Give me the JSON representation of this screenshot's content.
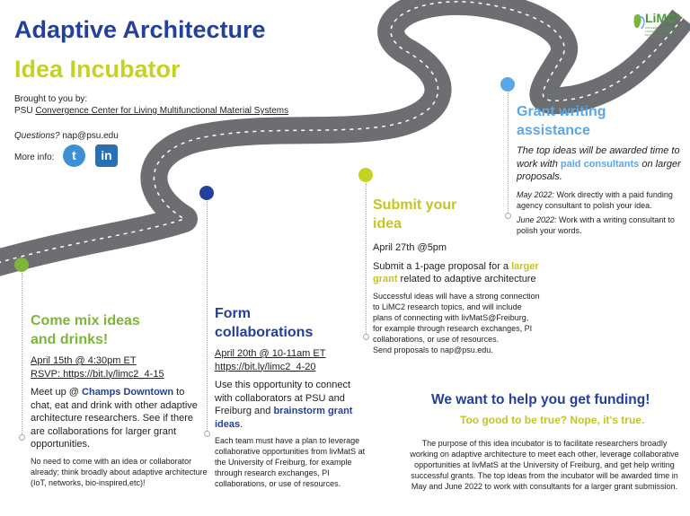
{
  "header": {
    "title_line1": "Adaptive Architecture",
    "title_line2": "Idea Incubator",
    "brought_label": "Brought to you by:",
    "brought_org_prefix": "PSU ",
    "brought_org_link": "Convergence Center for Living Multifunctional Material Systems",
    "questions_label": "Questions?",
    "questions_email": " nap@psu.edu",
    "more_info_label": "More info:",
    "twitter_glyph": "t",
    "linkedin_glyph": "in"
  },
  "logo": {
    "name": "LiMC²",
    "subtitle": "CONVERGENCE CENTER FOR LIVING MULTIFUNCTIONAL MATERIAL SYSTEMS"
  },
  "stages": {
    "mix": {
      "title_line1": "Come mix ideas",
      "title_line2": "and drinks!",
      "date": "April 15th @ 4:30pm ET",
      "rsvp": "RSVP: https://bit.ly/limc2_4-15",
      "body_pre": "Meet up @ ",
      "body_bold": "Champs Downtown",
      "body_post": " to chat, eat and drink with other adaptive architecture researchers. See if there are collaborations for larger grant opportunities.",
      "note": "No need to come with an idea or collaborator already;  think broadly about adaptive architecture (IoT, networks, bio-inspired,etc)!"
    },
    "form": {
      "title_line1": "Form",
      "title_line2": "collaborations",
      "date": "April 20th @ 10-11am ET",
      "link": "https://bit.ly/limc2_4-20",
      "body_pre": "Use this opportunity to connect with collaborators at PSU and Freiburg and ",
      "body_bold": "brainstorm grant ideas",
      "body_post": ".",
      "note": "Each team must have a plan to leverage collaborative opportunities from livMatS at the University of Freiburg, for example through research exchanges, PI collaborations, or use of resources."
    },
    "submit": {
      "title_line1": "Submit your",
      "title_line2": "idea",
      "date": "April 27th @5pm",
      "body_pre": "Submit a 1-page proposal for a ",
      "body_bold": "larger grant",
      "body_post": " related to adaptive architecture",
      "note": "Successful ideas will have a strong connection to LiMC2 research topics, and will include plans of connecting with livMatS@Freiburg, for example through research exchanges, PI collaborations, or use of resources.",
      "send": "Send proposals to nap@psu.edu."
    },
    "grant": {
      "title_line1": "Grant writing",
      "title_line2": "assistance",
      "body_pre": "The top ideas will be awarded time to work with ",
      "body_bold": "paid consultants",
      "body_post": " on larger proposals.",
      "may_label": "May 2022:",
      "may_text": " Work directly with a paid funding agency consultant to polish your idea.",
      "june_label": "June 2022:",
      "june_text": " Work with a writing consultant to polish your words."
    }
  },
  "help": {
    "headline": "We want to help you get funding!",
    "subheadline": "Too good to be true? Nope, it's true.",
    "body": "The purpose of this idea incubator is to facilitate researchers broadly working on adaptive architecture to meet each other, leverage collaborative opportunities at livMatS at the University of Freiburg, and get help writing successful grants. The top ideas from the incubator will be awarded time in May and June 2022 to work with consultants for a larger grant submission."
  },
  "colors": {
    "navy": "#23409a",
    "lime": "#c4d320",
    "green": "#7bb539",
    "sky": "#5aa7e8",
    "road": "#6d6e71"
  }
}
